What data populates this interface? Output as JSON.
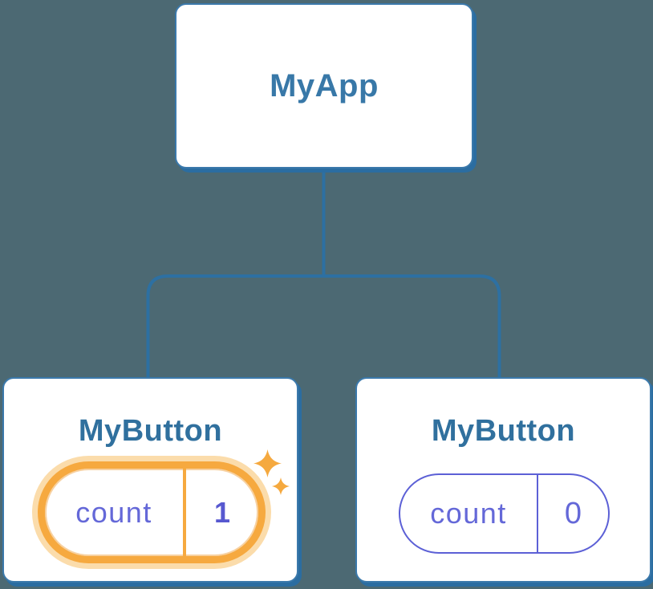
{
  "diagram": {
    "root": {
      "label": "MyApp"
    },
    "children": [
      {
        "label": "MyButton",
        "state_key": "count",
        "state_value": "1",
        "highlighted": true
      },
      {
        "label": "MyButton",
        "state_key": "count",
        "state_value": "0",
        "highlighted": false
      }
    ]
  },
  "icons": {
    "sparkle_large": "four-point-sparkle",
    "sparkle_small": "four-point-sparkle"
  },
  "colors": {
    "background": "#4C6973",
    "connector": "#2D70A2",
    "card_border": "#3B79AB",
    "card_shadow": "#2B6DA1",
    "root_label": "#3878A8",
    "title_label": "#30709E",
    "state_key_text": "#6468D8",
    "state_value_active": "#5758D0",
    "pill_border": "#5C60D6",
    "highlight_ring": "#F6A93F",
    "highlight_halo": "#FBDCAB",
    "sparkle": "#F5A93F"
  }
}
